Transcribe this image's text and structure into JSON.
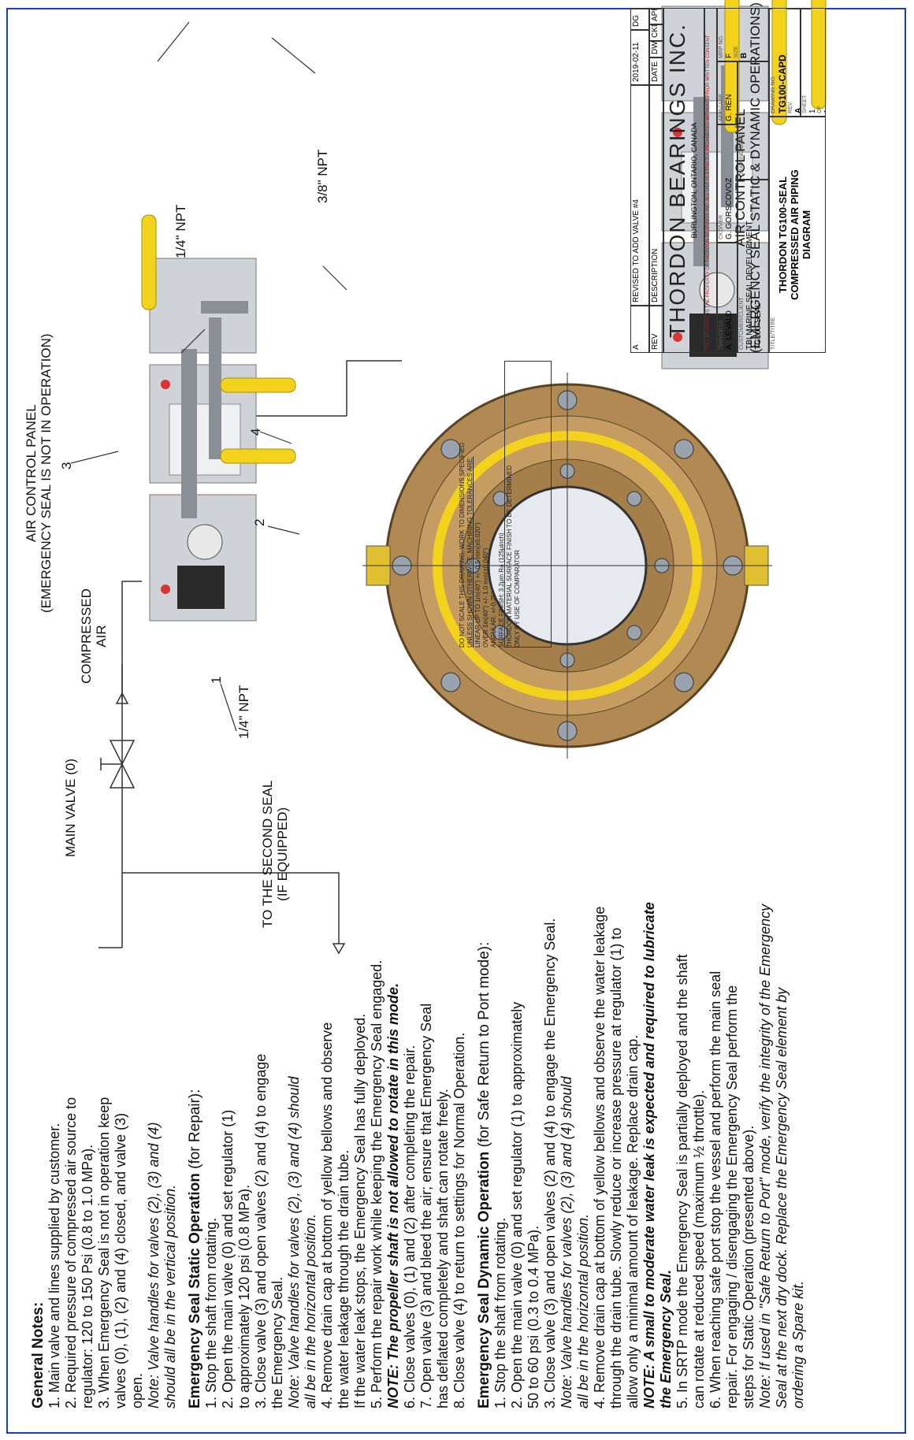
{
  "notes": {
    "general_title": "General Notes:",
    "general": [
      "1. Main valve and lines supplied by customer.",
      "2. Required pressure of compressed air source to",
      "    regulator: 120 to 150 Psi (0.8 to 1.0 MPa).",
      "3. When Emergency Seal is not in operation keep",
      "    valves (0), (1), (2) and (4) closed, and valve (3)",
      "    open."
    ],
    "general_note": [
      "    Note: Valve handles for valves (2), (3) and (4)",
      "    should all be in the vertical position."
    ],
    "static_title": "Emergency Seal Static Operation",
    "static_sub": " (for Repair):",
    "static": [
      "1. Stop the shaft from rotating.",
      "2. Open the main valve (0) and set regulator (1)",
      "    to approximately 120 psi (0.8 MPa).",
      "3. Close valve (3) and open valves (2) and (4) to engage",
      "    the Emergency Seal."
    ],
    "static_note": [
      "    Note: Valve handles for valves (2), (3) and (4) should",
      "    all be in the horizontal position."
    ],
    "static2": [
      "4. Remove drain cap at bottom of yellow bellows and observe",
      "    the water leakage through the drain tube.",
      "    If the water leak stops, the Emergency Seal has fully deployed.",
      "5. Perform the repair work while keeping the Emergency Seal engaged."
    ],
    "static_bold_note": "    NOTE: The propeller shaft is not allowed to rotate in this mode.",
    "static3": [
      "6. Close valves (0), (1) and (2) after completing the repair.",
      "7. Open valve (3) and bleed the air; ensure that Emergency Seal",
      "    has deflated completely and shaft can rotate freely.",
      "8. Close valve (4) to return to settings for Normal Operation."
    ],
    "dynamic_title": "Emergency Seal Dynamic Operation",
    "dynamic_sub": " (for Safe Return to Port mode):",
    "dynamic": [
      "1. Stop the shaft from rotating.",
      "2. Open the main valve (0) and set regulator (1) to approximately",
      "    50 to 60 psi (0.3 to 0.4 MPa).",
      "3. Close valve (3) and open valves (2) and (4) to engage the Emergency Seal."
    ],
    "dynamic_note": [
      "    Note: Valve handles for valves (2), (3) and (4) should",
      "    all be in the horizontal position."
    ],
    "dynamic2": [
      "4. Remove drain cap at bottom of yellow bellows and observe the water leakage",
      "    through the drain tube. Slowly reduce or increase pressure at regulator (1) to",
      "    allow only a minimal amount of leakage.  Replace drain cap."
    ],
    "dynamic_bold_note": [
      "    NOTE: A small to moderate water leak is expected and required to lubricate",
      "    the Emergency Seal."
    ],
    "dynamic3": [
      "5. In SRTP mode the Emergency Seal is partially deployed and the shaft",
      "    can rotate at reduced speed (maximum ½ throttle).",
      "6. When reaching safe port stop the vessel and perform the main seal",
      "    repair. For engaging / disengaging the Emergency Seal perform the",
      "    steps for Static Operation (presented above)."
    ],
    "dynamic_final_note": [
      "    Note: If used in \"Safe Return to Port\" mode, verify the integrity of the Emergency",
      "    Seal at the next dry dock.  Replace the Emergency Seal element by",
      "    ordering a Spare kit."
    ]
  },
  "diagram": {
    "main_valve": "MAIN VALVE (0)",
    "compressed_air": [
      "COMPRESSED",
      "AIR"
    ],
    "second_seal": [
      "TO THE SECOND SEAL",
      "(IF EQUIPPED)"
    ],
    "panel1_title": [
      "AIR CONTROL PANEL",
      "(EMERGENCY SEAL IS NOT IN OPERATION)"
    ],
    "panel2_title": [
      "AIR CONTROL PANEL",
      "(EMERGENCY SEAL STATIC & DYNAMIC OPERATIONS)"
    ],
    "npt_14_a": "1/4\" NPT",
    "npt_14_b": "1/4\" NPT",
    "npt_38": "3/8\" NPT",
    "callouts": [
      "1",
      "2",
      "3",
      "4"
    ]
  },
  "tolerances": {
    "line1": "DO NOT SCALE THIS DRAWING, WORK TO DIMENSIONS SPECIFIED",
    "line2": "UNLESS SHOWN OTHERWISE, MACHINING TOLERANCES ARE:",
    "line3": "LINEAR UP TO 1m(40\")   +/- 0.5 mm(±0.020\")",
    "line4": "OVER 1m(40\")   +/- 1.0 mm(±0.040\")",
    "line5": "ANGULAR: +/-0.25°",
    "line6": "SURFACE FINISH: 3.2μm  Ra  (125μinch)",
    "line7": "THORDON MATERIAL SURFACE FINISH TO BE DETERMINED",
    "line8": "ONLY BY USE OF COMPARATOR"
  },
  "revision": {
    "rev": "A",
    "description": "REVISED TO ADD VALVE #4",
    "date": "2019-02-11",
    "dwn": "DG",
    "headers": [
      "REV",
      "DESCRIPTION",
      "DATE",
      "DWN",
      "CKD",
      "APPV"
    ]
  },
  "title_block": {
    "company": "THORDON BEARINGS INC.",
    "location": "BURLINGTON, ONTARIO, CANADA",
    "proprietary": "THIS DRAWING IS THE PROPERTY OF THORDON BEARINGS INC. ALL USE IS STRICTLY PROHIBITED WITHOUT PRIOR WRITTEN CONSENT",
    "drawn_label": "DWN/DESS",
    "drawn": "A. LEVALD",
    "checked_label": "CKD/VER",
    "checked": "G. GORSCOVOZ",
    "approved_label": "APPV/APP",
    "approved": "G. REN",
    "customer_label": "CUSTOMER/CLIENT",
    "customer": [
      "TBI MARINE SEAL DEVELOPMENT",
      "TG100-SEAL"
    ],
    "drawing_date_label": "DRAWING DATE",
    "title_label": "TITLE/TITRE",
    "title": [
      "THORDON TG100-SEAL",
      "COMPRESSED AIR PIPING",
      "DIAGRAM"
    ],
    "mrp_label": "MRP NO.",
    "mrp": "F",
    "size_label": "SIZE",
    "size": "B",
    "drawing_no_label": "DRAWING NO.",
    "drawing_no": "TG100-CAPD",
    "rev_label": "REV.",
    "rev": "A",
    "sheet_label": "SHEET",
    "sheet": "1",
    "of_label": "OF",
    "of": "1"
  },
  "colors": {
    "border": "#1f3fa8",
    "yellow": "#f2d21a",
    "bronze": "#b08a52",
    "steel": "#9aa3ad",
    "pipe": "#444444"
  }
}
